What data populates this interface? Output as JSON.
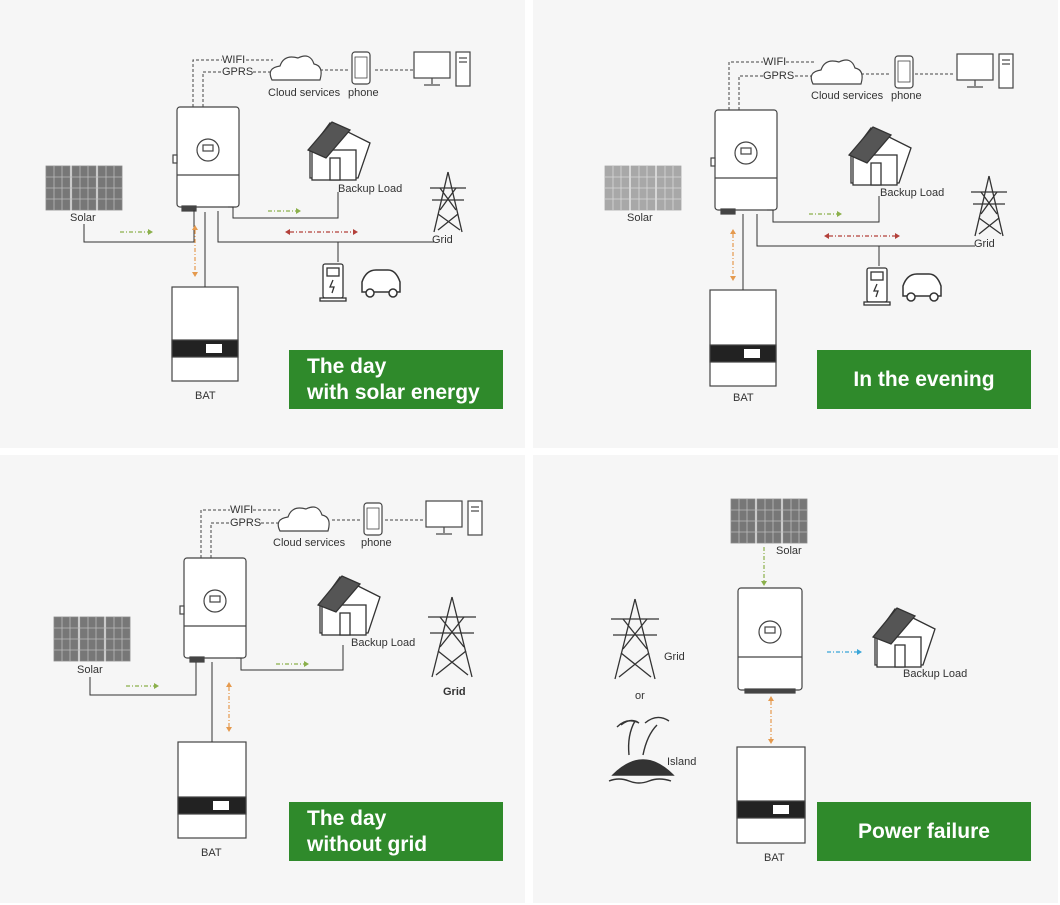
{
  "colors": {
    "panel_bg": "#f6f6f6",
    "banner_green": "#2f8a2b",
    "solar_arrow": "#8bb04b",
    "battery_arrow": "#e59a4e",
    "grid_arrow": "#b3403a",
    "load_arrow_blue": "#3aa5d8",
    "outline": "#333333"
  },
  "labels": {
    "wifi": "WIFI",
    "gprs": "GPRS",
    "cloud": "Cloud services",
    "phone": "phone",
    "solar": "Solar",
    "backup_load": "Backup Load",
    "grid": "Grid",
    "bat": "BAT",
    "or": "or",
    "island": "Island"
  },
  "panels": [
    {
      "id": "day-solar",
      "banner_line1": "The day",
      "banner_line2": "with solar energy"
    },
    {
      "id": "evening",
      "banner": "In the evening"
    },
    {
      "id": "day-no-grid",
      "banner_line1": "The day",
      "banner_line2": "without grid"
    },
    {
      "id": "power-failure",
      "banner": "Power failure"
    }
  ]
}
